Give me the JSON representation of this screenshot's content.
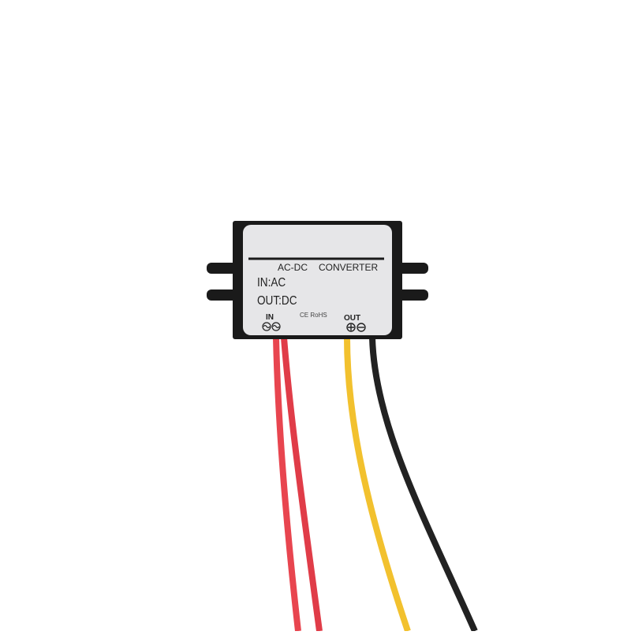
{
  "product": {
    "label_title_left": "AC-DC",
    "label_title_right": "CONVERTER",
    "input_line": "IN:AC",
    "output_line": "OUT:DC",
    "in_label": "IN",
    "certifications": "CE RoHS",
    "out_label": "OUT",
    "in_terminal_icons": [
      "ac-wave-icon",
      "ac-wave-icon"
    ],
    "out_terminal_icons": [
      "plus-icon",
      "minus-icon"
    ]
  },
  "colors": {
    "housing": "#1a1a1a",
    "label": "#e6e6e8",
    "wire_red": "#e8454f",
    "wire_yellow": "#f2c12e",
    "wire_black": "#222222",
    "background": "#ffffff"
  }
}
